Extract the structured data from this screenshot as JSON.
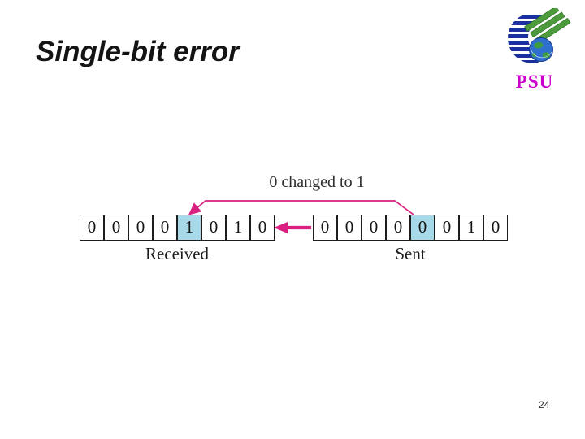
{
  "slide": {
    "title": "Single-bit error",
    "page_number": "24"
  },
  "logo": {
    "text": "PSU",
    "text_color": "#cc00cc"
  },
  "diagram": {
    "annotation": "0 changed to 1",
    "received": {
      "label": "Received",
      "bits": [
        "0",
        "0",
        "0",
        "0",
        "1",
        "0",
        "1",
        "0"
      ],
      "changed_index": 4
    },
    "sent": {
      "label": "Sent",
      "bits": [
        "0",
        "0",
        "0",
        "0",
        "0",
        "0",
        "1",
        "0"
      ],
      "changed_index": 4
    },
    "colors": {
      "highlight": "#a8d9e8",
      "arrow": "#d91f7f"
    }
  }
}
